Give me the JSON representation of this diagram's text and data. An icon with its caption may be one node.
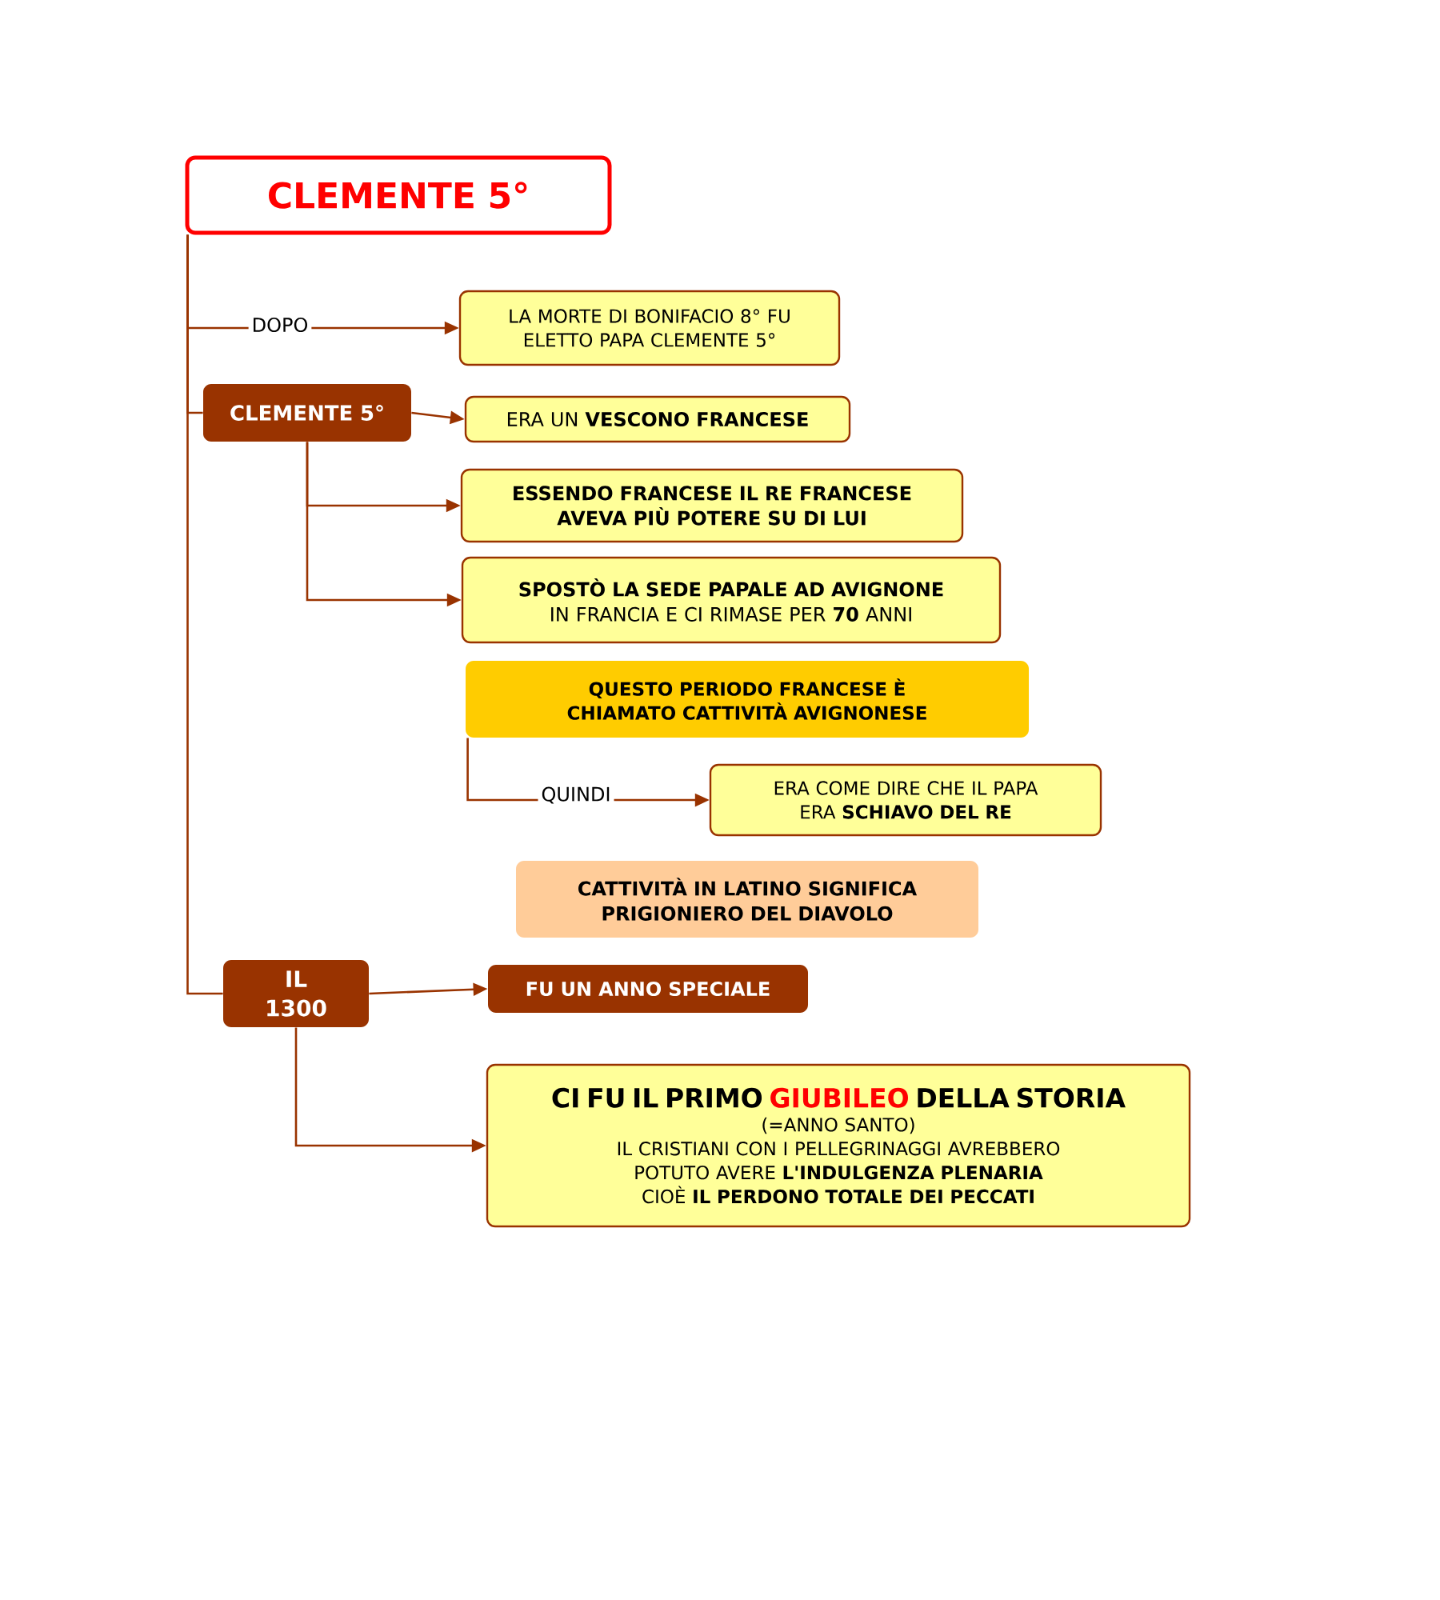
{
  "diagram": {
    "nodes": [
      {
        "text": [
          "CLEMENTE 5°"
        ]
      },
      {
        "text": [
          "LA MORTE DI BONIFACIO 8° FU ELETTO PAPA CLEMENTE 5°"
        ]
      },
      {
        "text": [
          "CLEMENTE 5°"
        ]
      },
      {
        "text": [
          "ERA UN **VESCONO FRANCESE**"
        ]
      },
      {
        "text": [
          "ESSENDO FRANCESE IL RE FRANCESE AVEVA PIÙ POTERE SU DI LUI"
        ]
      },
      {
        "text": [
          "**SPOSTÒ LA SEDE PAPALE AD AVIGNONE** IN FRANCIA E CI RIMASE PER **70** ANNI"
        ]
      },
      {
        "text": [
          "QUESTO PERIODO FRANCESE È CHIAMATO CATTIVITÀ AVIGNONESE"
        ]
      },
      {
        "text": [
          "ERA COME DIRE CHE IL PAPA ERA **SCHIAVO DEL RE**"
        ]
      },
      {
        "text": [
          "CATTIVITÀ IN LATINO SIGNIFICA PRIGIONIERO DEL DIAVOLO"
        ]
      },
      {
        "text": [
          "IL 1300"
        ]
      },
      {
        "text": [
          "FU UN ANNO SPECIALE"
        ]
      },
      {
        "text": [
          "CI FU IL PRIMO",
          "GIUBILEO",
          "DELLA STORIA",
          "(=ANNO SANTO)",
          "IL CRISTIANI CON I PELLEGRINAGGI AVREBBERO POTUTO AVERE **L'INDULGENZA PLENARIA**",
          "CIOÈ **IL PERDONO TOTALE DEI PECCATI**"
        ]
      }
    ],
    "edges": [
      {
        "from": 0,
        "to": 1,
        "arrow": "to",
        "label": "DOPO"
      },
      {
        "from": 0,
        "to": 2,
        "arrow": "none"
      },
      {
        "from": 0,
        "to": 9,
        "arrow": "none"
      },
      {
        "from": 2,
        "to": 3,
        "arrow": "to"
      },
      {
        "from": 2,
        "to": 4,
        "arrow": "to"
      },
      {
        "from": 2,
        "to": 5,
        "arrow": "to"
      },
      {
        "from": 6,
        "to": 7,
        "arrow": "to",
        "label": "QUINDI"
      },
      {
        "from": 9,
        "to": 10,
        "arrow": "to"
      },
      {
        "from": 9,
        "to": 11,
        "arrow": "to"
      }
    ]
  }
}
